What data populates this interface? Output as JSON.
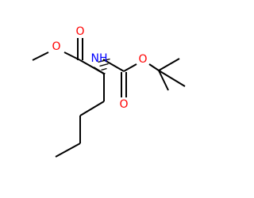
{
  "structure": {
    "atoms": {
      "ester_O": "O",
      "carbonyl_O": "O",
      "amine_NH": "NH",
      "carbamate_O": "O",
      "carbamate_carbonyl_O": "O"
    },
    "colors": {
      "bond": "#000000",
      "oxygen": "#ff0000",
      "nitrogen": "#0000ff",
      "background": "#ffffff"
    }
  }
}
